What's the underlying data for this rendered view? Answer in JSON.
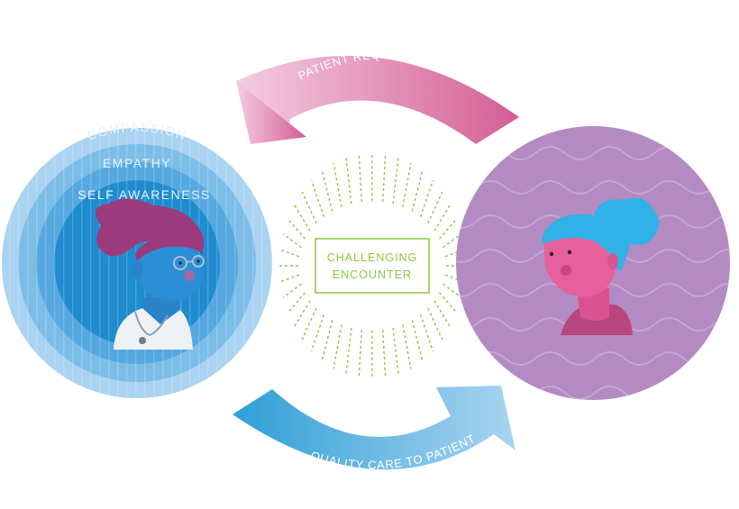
{
  "diagram": {
    "provider": {
      "rings": [
        "COMPASSION",
        "EMPATHY",
        "SELF AWARENESS"
      ]
    },
    "center_box": {
      "lines": [
        "CHALLENGING",
        "ENCOUNTER"
      ]
    },
    "arrows": {
      "top": "PATIENT REQUESTING CARE",
      "bottom": "QUALITY CARE TO PATIENT"
    },
    "colors": {
      "provider_outer": "#a8d3f2",
      "provider_inner": "#1e8bd0",
      "patient_circle": "#b388c0",
      "top_arrow_start": "#f2c6dc",
      "top_arrow_end": "#d45e94",
      "bottom_arrow_start": "#3aa6da",
      "bottom_arrow_end": "#a8d3f2",
      "accent_green": "#8cc63f"
    }
  }
}
